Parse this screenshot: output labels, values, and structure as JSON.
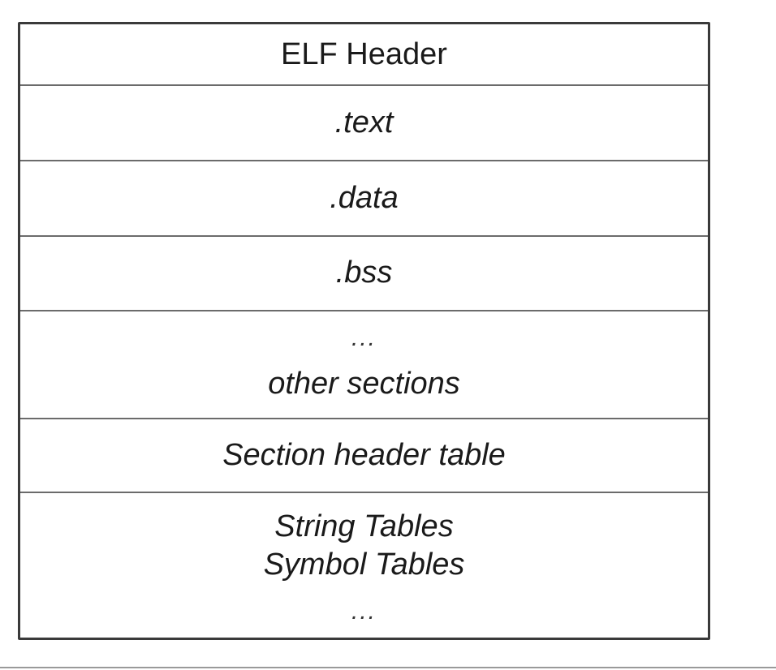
{
  "diagram": {
    "rows": [
      {
        "lines": [
          "ELF Header"
        ],
        "italic": false
      },
      {
        "lines": [
          ".text"
        ],
        "italic": true
      },
      {
        "lines": [
          ".data"
        ],
        "italic": true
      },
      {
        "lines": [
          ".bss"
        ],
        "italic": true
      },
      {
        "lines": [
          "...",
          "other sections"
        ],
        "italic": true
      },
      {
        "lines": [
          "Section header table"
        ],
        "italic": true
      },
      {
        "lines": [
          "String Tables",
          "Symbol Tables",
          "..."
        ],
        "italic": true
      }
    ]
  }
}
